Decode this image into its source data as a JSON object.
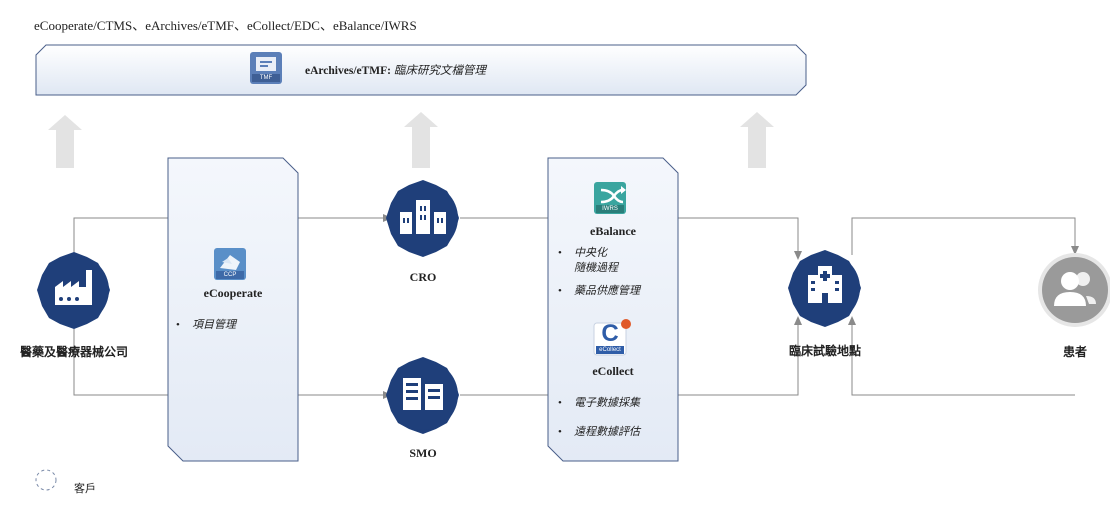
{
  "header": {
    "title": "eCooperate/CTMS、eArchives/eTMF、eCollect/EDC、eBalance/IWRS"
  },
  "banner": {
    "name": "eArchives/eTMF:",
    "desc": "臨床研究文檔管理",
    "icon_badge": "TMF"
  },
  "nodes": {
    "pharma": "醫藥及醫療器械公司",
    "cro": "CRO",
    "smo": "SMO",
    "site": "臨床試驗地點",
    "patient": "患者"
  },
  "panel_cooperate": {
    "name": "eCooperate",
    "icon_badge": "CCP",
    "bullets": [
      "項目管理"
    ]
  },
  "panel_right": {
    "balance_name": "eBalance",
    "balance_badge": "IWRS",
    "balance_bullets": [
      "中央化",
      "隨機過程",
      "藥品供應管理"
    ],
    "collect_name": "eCollect",
    "collect_badge": "eCollect",
    "collect_letter": "C",
    "collect_bullets": [
      "電子數據採集",
      "遠程數據評估"
    ]
  },
  "legend": {
    "label": "客戶"
  },
  "colors": {
    "navy": "#1f3f7a",
    "panel_fill": "#eef3fa",
    "panel_border": "#4a5f8a",
    "arrow_gray": "#e3e3e3",
    "line_gray": "#8a8a8a",
    "patient_gray": "#9a9a9a"
  }
}
